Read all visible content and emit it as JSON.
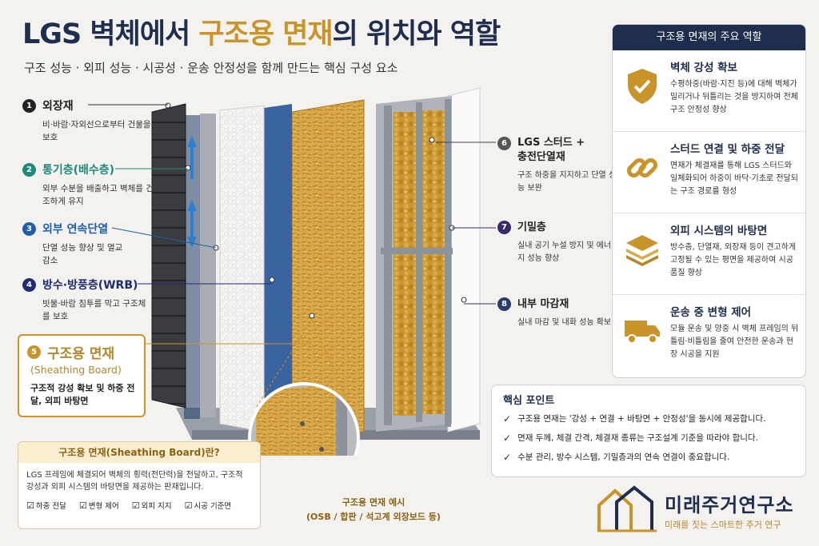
{
  "header": {
    "title_a": "LGS 벽체에서 ",
    "title_b": "구조용 면재",
    "title_c": "의 위치와 역할",
    "subtitle": "구조 성능 · 외피 성능 · 시공성 · 운송 안정성을 함께 만드는 핵심 구성 요소"
  },
  "layers": [
    {
      "num": "1",
      "name": "외장재",
      "desc": "비·바람·자외선으로부터 건물을 보호",
      "color": "#222222"
    },
    {
      "num": "2",
      "name": "통기층(배수층)",
      "desc": "외부 수분을 배출하고 벽체를 건조하게 유지",
      "color": "#1f8a7a"
    },
    {
      "num": "3",
      "name": "외부 연속단열",
      "desc": "단열 성능 향상 및 열교 감소",
      "color": "#1f5fa8"
    },
    {
      "num": "4",
      "name": "방수·방풍층(WRB)",
      "desc": "빗물·바람 침투를 막고 구조체를 보호",
      "color": "#1f2d6f"
    },
    {
      "num": "5",
      "name": "구조용 면재",
      "en": "(Sheathing Board)",
      "desc": "구조적 강성 확보 및 하중 전달, 외피 바탕면",
      "color": "#c9952a"
    },
    {
      "num": "6",
      "name": "LGS 스터드 + 충전단열재",
      "desc": "구조 하중을 지지하고 단열 성능 보완",
      "color": "#444444"
    },
    {
      "num": "7",
      "name": "기밀층",
      "desc": "실내 공기 누설 방지 및 에너지 성능 향상",
      "color": "#3a2a6a"
    },
    {
      "num": "8",
      "name": "내부 마감재",
      "desc": "실내 마감 및 내화 성능 확보",
      "color": "#2a3a6a"
    }
  ],
  "roles_panel": {
    "title": "구조용 면재의 주요 역할",
    "items": [
      {
        "icon": "shield-check-icon",
        "title": "벽체 강성 확보",
        "desc": "수평하중(바람·지진 등)에 대해 벽체가 밀리거나 뒤틀리는 것을 방지하여 전체 구조 안정성 향상"
      },
      {
        "icon": "chain-link-icon",
        "title": "스터드 연결 및 하중 전달",
        "desc": "면재가 체결재를 통해 LGS 스터드와 일체화되어 하중이 바닥·기초로 전달되는 구조 경로를 형성"
      },
      {
        "icon": "layers-icon",
        "title": "외피 시스템의 바탕면",
        "desc": "방수층, 단열재, 외장재 등이 견고하게 고정될 수 있는 평면을 제공하여 시공 품질 향상"
      },
      {
        "icon": "truck-icon",
        "title": "운송 중 변형 제어",
        "desc": "모듈 운송 및 양중 시 벽체 프레임의 뒤틀림·비틀림을 줄여 안전한 운송과 현장 시공을 지원"
      }
    ]
  },
  "key_points": {
    "title": "핵심 포인트",
    "items": [
      "구조용 면재는 '강성 + 연결 + 바탕면 + 안정성'을 동시에 제공합니다.",
      "면재 두께, 체결 간격, 체결재 종류는 구조설계 기준을 따라야 합니다.",
      "수분 관리, 방수 시스템, 기밀층과의 연속 연결이 중요합니다."
    ]
  },
  "definition_box": {
    "title": "구조용 면재(Sheathing Board)란?",
    "desc": "LGS 프레임에 체결되어 벽체의 횡력(전단력)을 전달하고, 구조적 강성과 외피 시스템의 바탕면을 제공하는 판재입니다.",
    "tags": [
      "하중 전달",
      "변형 제어",
      "외피 지지",
      "시공 기준면"
    ]
  },
  "example_caption": {
    "line1": "구조용 면재 예시",
    "line2": "(OSB / 합판 / 석고계 외장보드 등)"
  },
  "logo": {
    "name": "미래주거연구소",
    "slogan": "미래를 짓는 스마트한 주거 연구"
  },
  "colors": {
    "navy": "#1f2d4f",
    "gold": "#c9952a",
    "osb": "#d9a84a",
    "wrb": "#3a64a0",
    "eps": "#f4f4f2",
    "cladding": "#3a3c40"
  }
}
